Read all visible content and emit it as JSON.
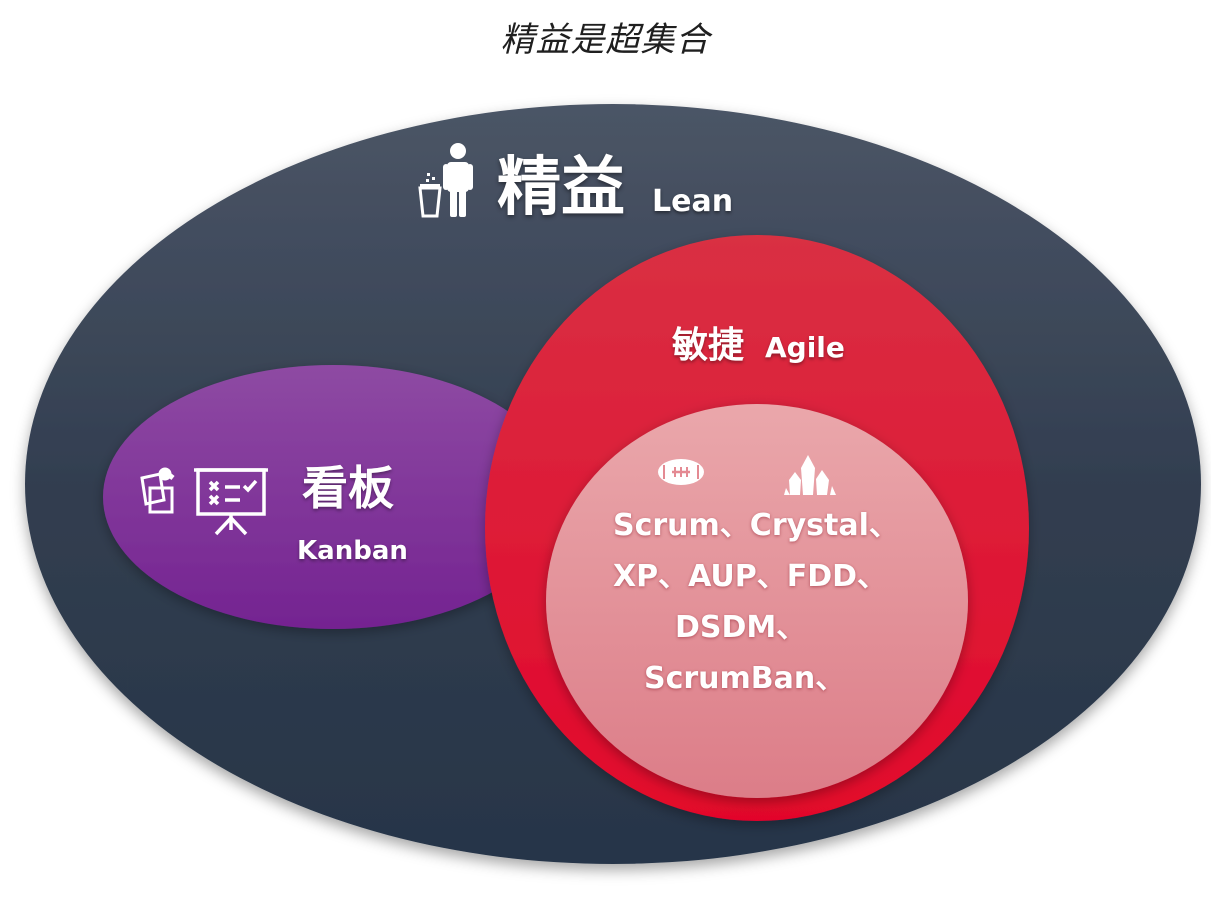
{
  "title": "精益是超集合",
  "lean": {
    "label_zh": "精益",
    "label_en": "Lean",
    "icon": "person-trash-icon"
  },
  "agile": {
    "label_zh": "敏捷",
    "label_en": "Agile"
  },
  "kanban": {
    "label_zh": "看板",
    "label_en": "Kanban",
    "icons": [
      "sticky-notes-icon",
      "presentation-board-icon"
    ]
  },
  "methods": {
    "icons": [
      "football-icon",
      "crystal-icon"
    ],
    "lines": [
      "Scrum、Crystal、",
      "XP、AUP、FDD、",
      "DSDM、",
      "ScrumBan、"
    ]
  },
  "colors": {
    "lean": "#2f3d51",
    "agile": "#e0203a",
    "kanban": "#7e2c95",
    "methods": "#e48a93"
  }
}
